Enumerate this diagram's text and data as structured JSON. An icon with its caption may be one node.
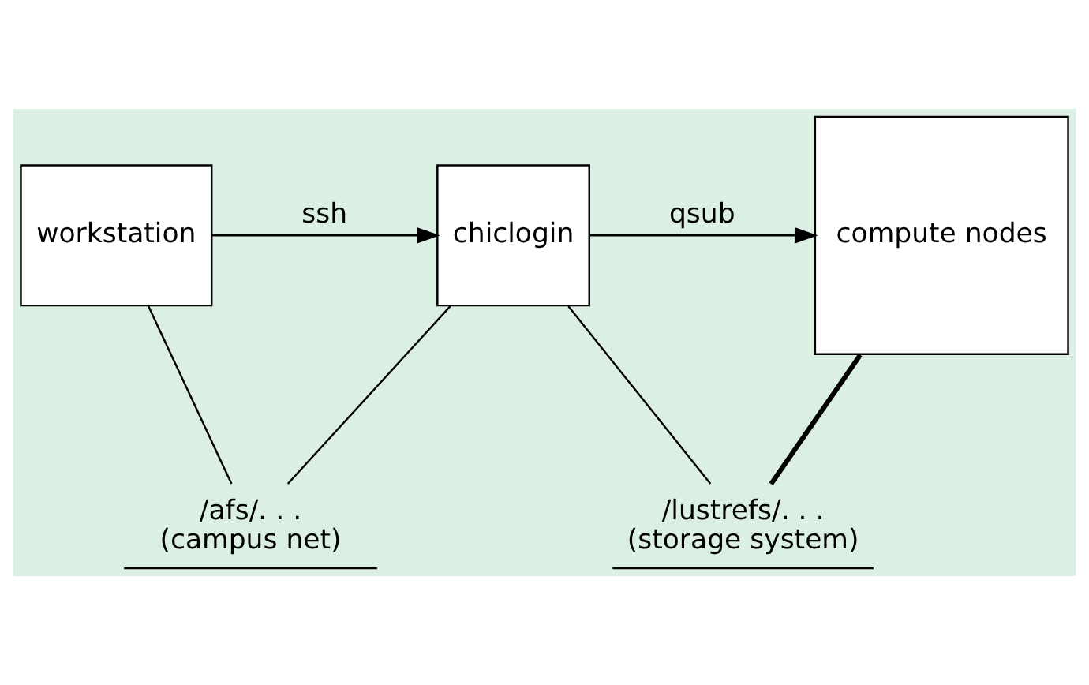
{
  "diagram": {
    "nodes": [
      {
        "text": [
          "workstation"
        ]
      },
      {
        "text": [
          "chiclogin"
        ]
      },
      {
        "text": [
          "compute nodes"
        ]
      },
      {
        "text": [
          "/afs/. . .",
          "(campus net)"
        ]
      },
      {
        "text": [
          "/lustrefs/. . .",
          "(storage system)"
        ]
      }
    ],
    "edges": [
      {
        "from": 0,
        "to": 1,
        "arrow": "to",
        "label": "ssh"
      },
      {
        "from": 1,
        "to": 2,
        "arrow": "to",
        "label": "qsub"
      },
      {
        "from": 0,
        "to": 3,
        "arrow": "none"
      },
      {
        "from": 1,
        "to": 3,
        "arrow": "none"
      },
      {
        "from": 1,
        "to": 4,
        "arrow": "none"
      },
      {
        "from": 2,
        "to": 4,
        "arrow": "none",
        "style": "thick"
      }
    ]
  }
}
